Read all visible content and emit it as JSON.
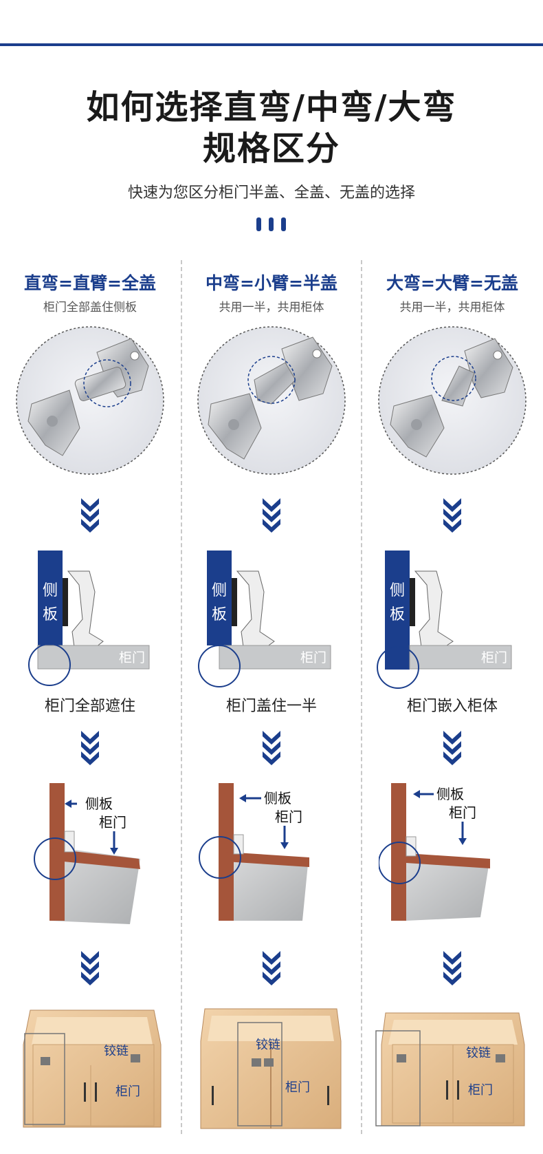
{
  "header": {
    "title_line1": "如何选择直弯/中弯/大弯",
    "title_line2": "规格区分",
    "subtitle": "快速为您区分柜门半盖、全盖、无盖的选择"
  },
  "colors": {
    "accent": "#1b3e8c",
    "wood": "#a5553a",
    "panel": "#c9cbcc"
  },
  "columns": [
    {
      "heading": "直弯=直臂=全盖",
      "desc": "柜门全部盖住侧板",
      "diagram": {
        "side_label_1": "侧",
        "side_label_2": "板",
        "door_label": "柜门"
      },
      "caption": "柜门全部遮住",
      "scene": {
        "side_label": "侧板",
        "door_label": "柜门"
      },
      "cabinet": {
        "hinge_label": "铰链",
        "door_label": "柜门"
      }
    },
    {
      "heading": "中弯=小臂=半盖",
      "desc": "共用一半，共用柜体",
      "diagram": {
        "side_label_1": "侧",
        "side_label_2": "板",
        "door_label": "柜门"
      },
      "caption": "柜门盖住一半",
      "scene": {
        "side_label": "侧板",
        "door_label": "柜门"
      },
      "cabinet": {
        "hinge_label": "铰链",
        "door_label": "柜门"
      }
    },
    {
      "heading": "大弯=大臂=无盖",
      "desc": "共用一半，共用柜体",
      "diagram": {
        "side_label_1": "侧",
        "side_label_2": "板",
        "door_label": "柜门"
      },
      "caption": "柜门嵌入柜体",
      "scene": {
        "side_label": "侧板",
        "door_label": "柜门"
      },
      "cabinet": {
        "hinge_label": "铰链",
        "door_label": "柜门"
      }
    }
  ]
}
